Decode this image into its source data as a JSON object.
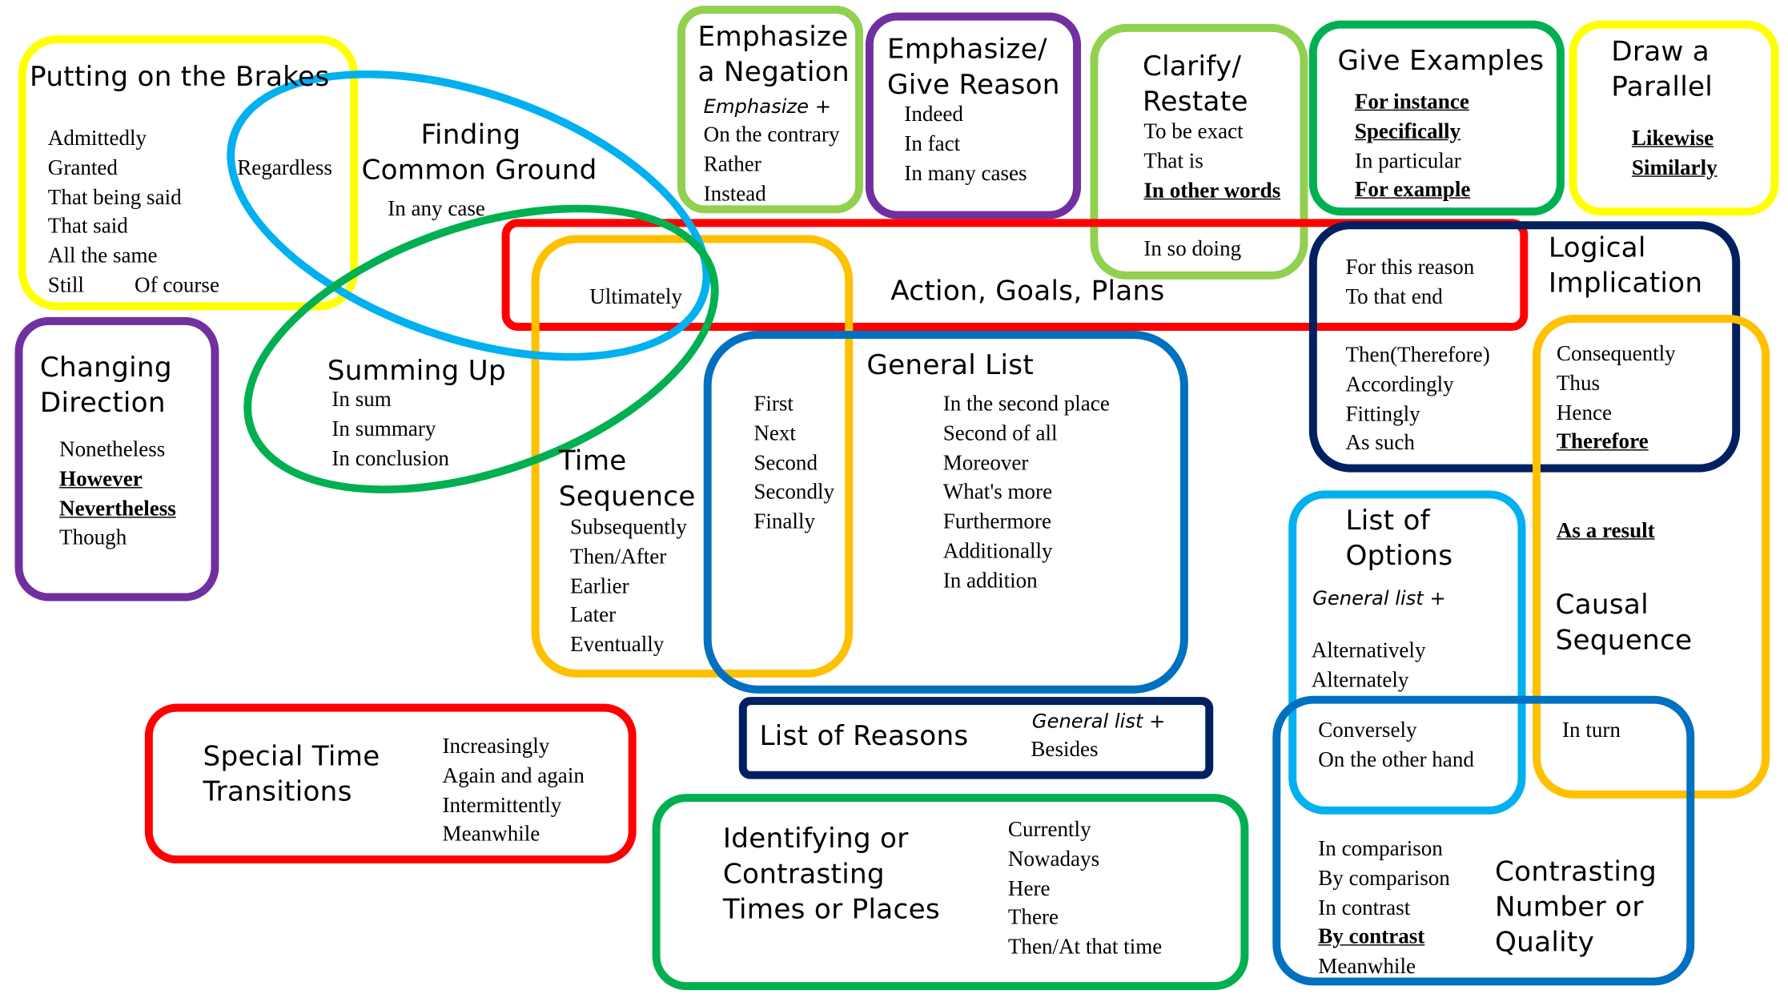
{
  "colors": {
    "red": "#ff0000",
    "yellow": "#ffff00",
    "lightblue": "#00b0f0",
    "green": "#00b050",
    "lightgreen": "#92d050",
    "purple": "#7030a0",
    "navy": "#002060",
    "orange": "#ffc000",
    "blue": "#0070c0"
  },
  "brakes": {
    "title": "Putting on the Brakes",
    "items": [
      "Admittedly",
      "Granted",
      "That being said",
      "That said",
      "All the same",
      "Still"
    ],
    "extra": "Of course",
    "regardless": "Regardless"
  },
  "common_ground": {
    "title": [
      "Finding",
      "Common Ground"
    ],
    "items": [
      "In any case"
    ]
  },
  "negation": {
    "title": [
      "Emphasize",
      "a Negation"
    ],
    "prefix": "Emphasize +",
    "items": [
      "On the contrary",
      "Rather",
      "Instead"
    ]
  },
  "reason": {
    "title": [
      "Emphasize/",
      "Give Reason"
    ],
    "items": [
      "Indeed",
      "In fact",
      "In many cases"
    ]
  },
  "clarify": {
    "title": [
      "Clarify/",
      "Restate"
    ],
    "items": [
      "To be exact",
      "That is",
      "In other words"
    ],
    "extra": "In so doing"
  },
  "examples": {
    "title": "Give Examples",
    "items": [
      "For instance",
      "Specifically",
      "In particular",
      "For example"
    ]
  },
  "parallel": {
    "title": [
      "Draw a",
      "Parallel"
    ],
    "items": [
      "Likewise",
      "Similarly"
    ]
  },
  "action": {
    "title": "Action, Goals, Plans",
    "ultimately": "Ultimately",
    "items": [
      "For this reason",
      "To that end"
    ]
  },
  "logical": {
    "title": [
      "Logical",
      "Implication"
    ],
    "items": [
      "Then(Therefore)",
      "Accordingly",
      "Fittingly",
      "As such"
    ]
  },
  "causal": {
    "items": [
      "Consequently",
      "Thus",
      "Hence",
      "Therefore"
    ],
    "as_result": "As a result",
    "title": [
      "Causal",
      "Sequence"
    ],
    "in_turn": "In turn"
  },
  "changing": {
    "title": [
      "Changing",
      "Direction"
    ],
    "items": [
      "Nonetheless",
      "However",
      "Nevertheless",
      "Though"
    ]
  },
  "summing": {
    "title": "Summing Up",
    "items": [
      "In sum",
      "In summary",
      "In conclusion"
    ]
  },
  "time_seq": {
    "title": [
      "Time",
      "Sequence"
    ],
    "items": [
      "Subsequently",
      "Then/After",
      "Earlier",
      "Later",
      "Eventually"
    ]
  },
  "general_list": {
    "title": "General List",
    "col1": [
      "First",
      "Next",
      "Second",
      "Secondly",
      "Finally"
    ],
    "col2": [
      "In the second place",
      "Second of all",
      "Moreover",
      "What's more",
      "Furthermore",
      "Additionally",
      "In addition"
    ]
  },
  "options": {
    "title": [
      "List of",
      "Options"
    ],
    "prefix": "General list +",
    "items": [
      "Alternatively",
      "Alternately"
    ],
    "overlap": [
      "Conversely",
      "On the other hand"
    ]
  },
  "special_time": {
    "title": [
      "Special Time",
      "Transitions"
    ],
    "items": [
      "Increasingly",
      "Again and again",
      "Intermittently",
      "Meanwhile"
    ]
  },
  "reasons": {
    "title": "List of Reasons",
    "prefix": "General list +",
    "items": [
      "Besides"
    ]
  },
  "times_places": {
    "title": [
      "Identifying or",
      "Contrasting",
      "Times or Places"
    ],
    "items": [
      "Currently",
      "Nowadays",
      "Here",
      "There",
      "Then/At that time"
    ]
  },
  "contrasting": {
    "items": [
      "In comparison",
      "By comparison",
      "In contrast",
      "By contrast",
      "Meanwhile"
    ],
    "title": [
      "Contrasting",
      "Number or",
      "Quality"
    ]
  }
}
